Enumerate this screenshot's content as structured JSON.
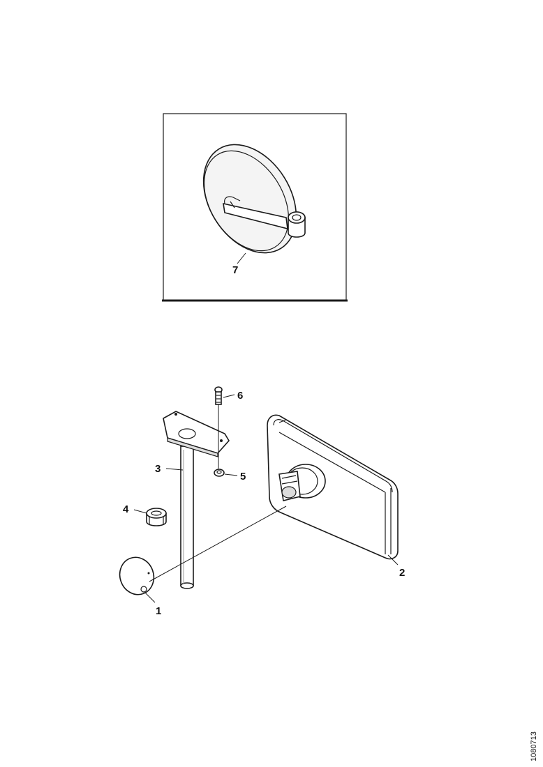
{
  "callouts": {
    "p1": "1",
    "p2": "2",
    "p3": "3",
    "p4": "4",
    "p5": "5",
    "p6": "6",
    "p7": "7"
  },
  "reference_code": "1080713"
}
